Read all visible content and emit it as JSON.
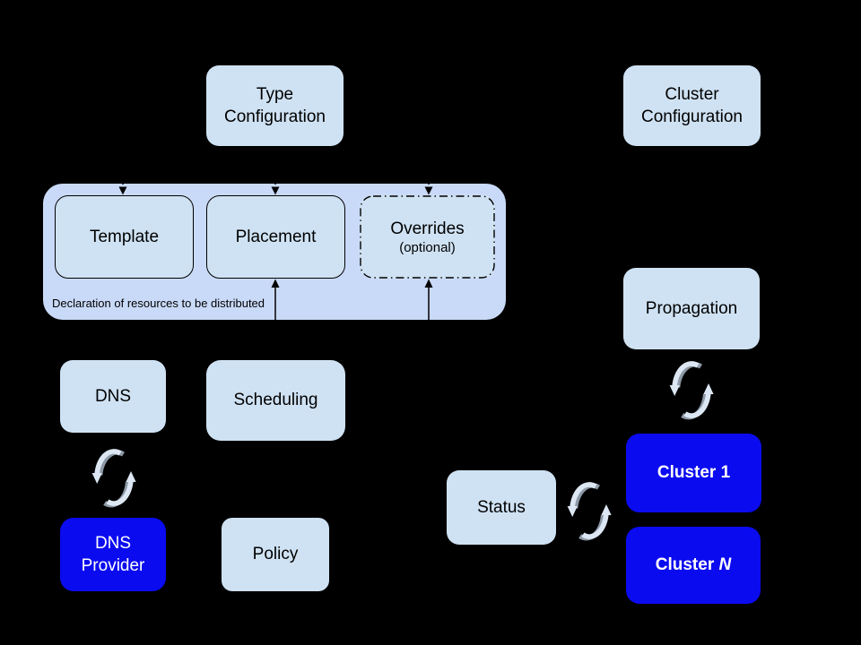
{
  "colors": {
    "background": "#000000",
    "box_light": "#cfe2f3",
    "container_fill": "#c9daf8",
    "box_blue": "#0b0bf0",
    "text_dark": "#000000",
    "text_light": "#ffffff",
    "line": "#000000",
    "sync_light": "#dce7f3",
    "sync_gray": "#8d99a6"
  },
  "nodes": {
    "type_configuration": {
      "label": "Type\nConfiguration"
    },
    "cluster_configuration": {
      "label": "Cluster\nConfiguration"
    },
    "template": {
      "label": "Template"
    },
    "placement": {
      "label": "Placement"
    },
    "overrides": {
      "label": "Overrides",
      "sublabel": "(optional)"
    },
    "dns": {
      "label": "DNS"
    },
    "scheduling": {
      "label": "Scheduling"
    },
    "propagation": {
      "label": "Propagation"
    },
    "dns_provider": {
      "label": "DNS\nProvider"
    },
    "policy": {
      "label": "Policy"
    },
    "status": {
      "label": "Status"
    },
    "cluster_1": {
      "label": "Cluster 1"
    },
    "cluster_n": {
      "prefix": "Cluster ",
      "suffix": "N"
    }
  },
  "container": {
    "caption": "Declaration of resources to be distributed"
  },
  "icons": {
    "sync": "sync-icon"
  }
}
